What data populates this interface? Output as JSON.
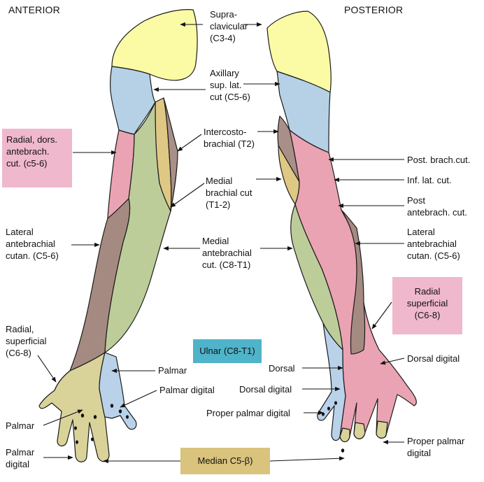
{
  "headers": {
    "anterior": "ANTERIOR",
    "posterior": "POSTERIOR"
  },
  "colors": {
    "supraclavicular": "#fbfba6",
    "axillary": "#b6d1e6",
    "radial_pink": "#eaa3b2",
    "intercostobrachial": "#a89088",
    "medial_brachial": "#dfc884",
    "medial_antebrachial": "#bccd9a",
    "lateral_antebrachial": "#a58a82",
    "median": "#d9d39a",
    "ulnar": "#b9d2ea",
    "ulnar_box": "#4fb3c9",
    "median_box": "#d9c37d",
    "radial_box": "#f0b8cc",
    "outline": "#1a1a1a"
  },
  "labels": {
    "supraclavicular": "Supra-\nclavicular\n(C3-4)",
    "axillary": "Axillary\nsup. lat.\ncut (C5-6)",
    "intercostobrachial": "Intercosto-\nbrachial (T2)",
    "medial_brachial": "Medial\nbrachial cut\n(T1-2)",
    "medial_antebrachial": "Medial\nantebrachial\ncut. (C8-T1)",
    "radial_dors_box": "Radial, dors.\nantebrach.\ncut. (c5-6)",
    "lateral_antebrachial_left": "Lateral\nantebrachial\ncutan. (C5-6)",
    "radial_superficial_left": "Radial,\nsuperficial\n(C6-8)",
    "palmar_left": "Palmar",
    "palmar_digital_left": "Palmar\ndigital",
    "palmar_mid": "Palmar",
    "palmar_digital_mid": "Palmar digital",
    "dorsal_mid": "Dorsal",
    "dorsal_digital_mid": "Dorsal digital",
    "proper_palmar_digital_mid": "Proper palmar digital",
    "post_brach_cut": "Post. brach.cut.",
    "inf_lat_cut": "Inf. lat. cut.",
    "post_antebrach_cut": "Post\nantebrach. cut.",
    "lateral_antebrachial_right": "Lateral\nantebrachial\ncutan. (C5-6)",
    "radial_superficial_box": "Radial\nsuperficial\n(C6-8)",
    "dorsal_digital_right": "Dorsal digital",
    "proper_palmar_digital_right": "Proper palmar\ndigital",
    "ulnar_box": "Ulnar (C8-T1)",
    "median_box": "Median  C5-β)"
  }
}
